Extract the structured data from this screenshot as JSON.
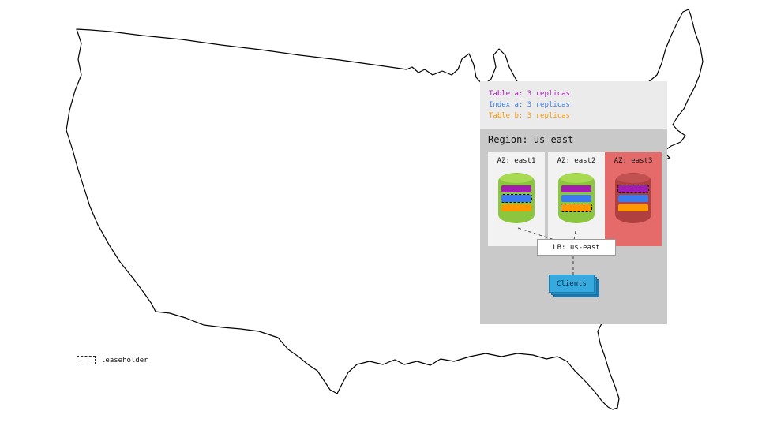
{
  "legend": {
    "items": [
      {
        "label": "Table a: 3 replicas",
        "color": "#a21caf"
      },
      {
        "label": "Index a: 3 replicas",
        "color": "#3b7bf0"
      },
      {
        "label": "Table b: 3 replicas",
        "color": "#ff9800"
      }
    ]
  },
  "region": {
    "title": "Region: us-east",
    "azs": [
      {
        "label": "AZ: east1",
        "status": "up",
        "leaseholder_replica": "Index a"
      },
      {
        "label": "AZ: east2",
        "status": "up",
        "leaseholder_replica": "Table b"
      },
      {
        "label": "AZ: east3",
        "status": "down",
        "leaseholder_replica": "Table a"
      }
    ]
  },
  "lb": {
    "label": "LB: us-east"
  },
  "clients": {
    "label": "Clients"
  },
  "map_legend": {
    "label": "leaseholder"
  },
  "colors": {
    "table_a": "#a21caf",
    "index_a": "#3b7bf0",
    "table_b": "#ff9800",
    "legend_bg": "#ebebeb",
    "region_bg": "#c9c9c9",
    "az_up_bg": "#f2f2f2",
    "az_down_bg": "#e56a6a",
    "cylinder_up": "#8cc63e",
    "cylinder_down": "#b04040",
    "clients_bg": "#36a9de"
  }
}
